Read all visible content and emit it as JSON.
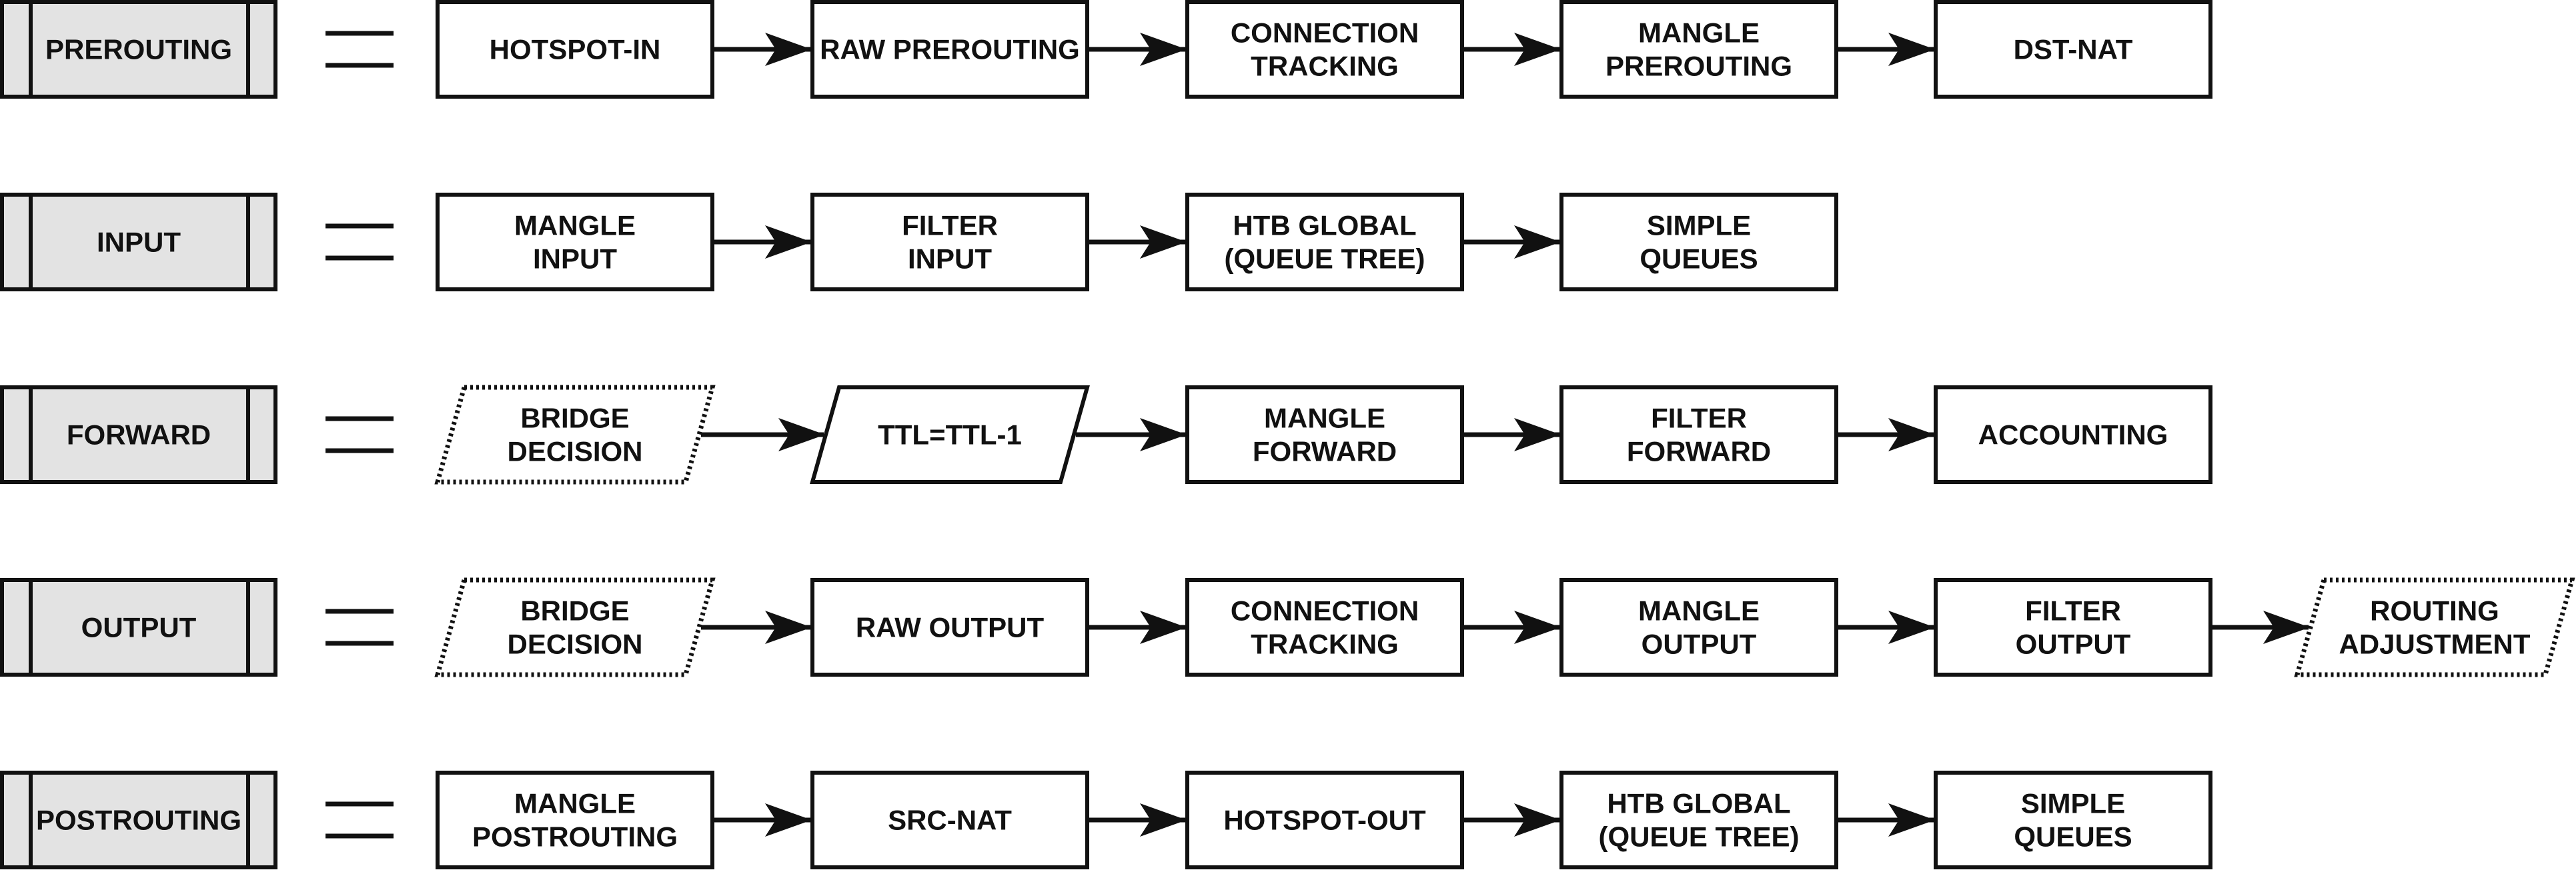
{
  "colors": {
    "stroke": "#111111",
    "chain_fill": "#e3e3e3",
    "box_fill": "#ffffff",
    "text": "#111111"
  },
  "chains": [
    {
      "name": "PREROUTING",
      "steps": [
        {
          "lines": [
            "HOTSPOT-IN"
          ],
          "shape": "rect"
        },
        {
          "lines": [
            "RAW PREROUTING"
          ],
          "shape": "rect"
        },
        {
          "lines": [
            "CONNECTION",
            "TRACKING"
          ],
          "shape": "rect"
        },
        {
          "lines": [
            "MANGLE",
            "PREROUTING"
          ],
          "shape": "rect"
        },
        {
          "lines": [
            "DST-NAT"
          ],
          "shape": "rect"
        }
      ]
    },
    {
      "name": "INPUT",
      "steps": [
        {
          "lines": [
            "MANGLE",
            "INPUT"
          ],
          "shape": "rect"
        },
        {
          "lines": [
            "FILTER",
            "INPUT"
          ],
          "shape": "rect"
        },
        {
          "lines": [
            "HTB GLOBAL",
            "(QUEUE TREE)"
          ],
          "shape": "rect"
        },
        {
          "lines": [
            "SIMPLE",
            "QUEUES"
          ],
          "shape": "rect"
        }
      ]
    },
    {
      "name": "FORWARD",
      "steps": [
        {
          "lines": [
            "BRIDGE",
            "DECISION"
          ],
          "shape": "dotted-parallelogram"
        },
        {
          "lines": [
            "TTL=TTL-1"
          ],
          "shape": "parallelogram"
        },
        {
          "lines": [
            "MANGLE",
            "FORWARD"
          ],
          "shape": "rect"
        },
        {
          "lines": [
            "FILTER",
            "FORWARD"
          ],
          "shape": "rect"
        },
        {
          "lines": [
            "ACCOUNTING"
          ],
          "shape": "rect"
        }
      ]
    },
    {
      "name": "OUTPUT",
      "steps": [
        {
          "lines": [
            "BRIDGE",
            "DECISION"
          ],
          "shape": "dotted-parallelogram"
        },
        {
          "lines": [
            "RAW OUTPUT"
          ],
          "shape": "rect"
        },
        {
          "lines": [
            "CONNECTION",
            "TRACKING"
          ],
          "shape": "rect"
        },
        {
          "lines": [
            "MANGLE",
            "OUTPUT"
          ],
          "shape": "rect"
        },
        {
          "lines": [
            "FILTER",
            "OUTPUT"
          ],
          "shape": "rect"
        },
        {
          "lines": [
            "ROUTING",
            "ADJUSTMENT"
          ],
          "shape": "dotted-parallelogram"
        }
      ]
    },
    {
      "name": "POSTROUTING",
      "steps": [
        {
          "lines": [
            "MANGLE",
            "POSTROUTING"
          ],
          "shape": "rect"
        },
        {
          "lines": [
            "SRC-NAT"
          ],
          "shape": "rect"
        },
        {
          "lines": [
            "HOTSPOT-OUT"
          ],
          "shape": "rect"
        },
        {
          "lines": [
            "HTB GLOBAL",
            "(QUEUE TREE)"
          ],
          "shape": "rect"
        },
        {
          "lines": [
            "SIMPLE",
            "QUEUES"
          ],
          "shape": "rect"
        }
      ]
    }
  ]
}
